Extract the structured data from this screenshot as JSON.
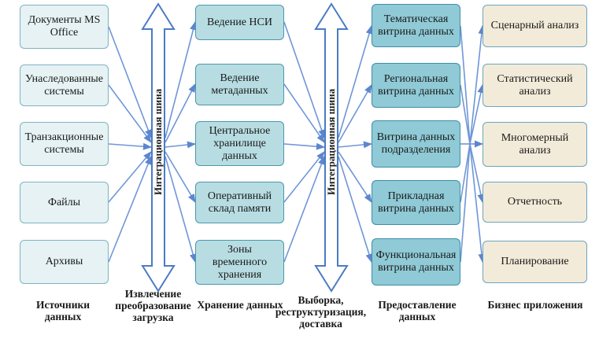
{
  "sources": [
    "Документы MS Office",
    "Унаследованные системы",
    "Транзакционные системы",
    "Файлы",
    "Архивы"
  ],
  "storage": [
    "Ведение НСИ",
    "Ведение метаданных",
    "Центральное хранилище данных",
    "Оперативный склад памяти",
    "Зоны временного хранения"
  ],
  "marts": [
    "Тематическая витрина данных",
    "Региональная витрина данных",
    "Витрина данных подразделения",
    "Прикладная витрина данных",
    "Функциональная витрина данных"
  ],
  "business": [
    "Сценарный анализ",
    "Статистический анализ",
    "Многомерный анализ",
    "Отчетность",
    "Планирование"
  ],
  "bus": {
    "left": "Интеграционная шина",
    "right": "Интеграционная шина"
  },
  "columns": {
    "sources": "Источники данных",
    "etl": "Извлечение преобразование загрузка",
    "storage": "Хранение данных",
    "selection": "Выборка, реструктуризация, доставка",
    "delivery": "Предоставление данных",
    "business": "Бизнес приложения"
  },
  "colors": {
    "arrow": "#6f96d8",
    "bus": "#ffffff",
    "bus_stroke": "#4b7bc4"
  }
}
